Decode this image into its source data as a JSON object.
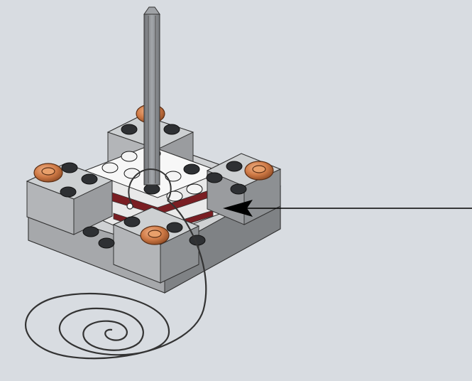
{
  "figure": {
    "kind": "assembly-instruction-illustration",
    "background_color": "#d8dce1",
    "callout_arrow_color": "#000000",
    "parts": [
      {
        "name": "axle",
        "color": "#8a8d91"
      },
      {
        "name": "gray-bricks",
        "color": "#b7b9bc"
      },
      {
        "name": "white-plate-stack",
        "color": "#f4f4f4"
      },
      {
        "name": "dark-red-accent",
        "color": "#7a1e23"
      },
      {
        "name": "black-studs",
        "color": "#2e3033"
      },
      {
        "name": "orange-round-caps",
        "color": "#cf7a46"
      },
      {
        "name": "coiled-string",
        "color": "#333333"
      }
    ],
    "annotations": []
  }
}
